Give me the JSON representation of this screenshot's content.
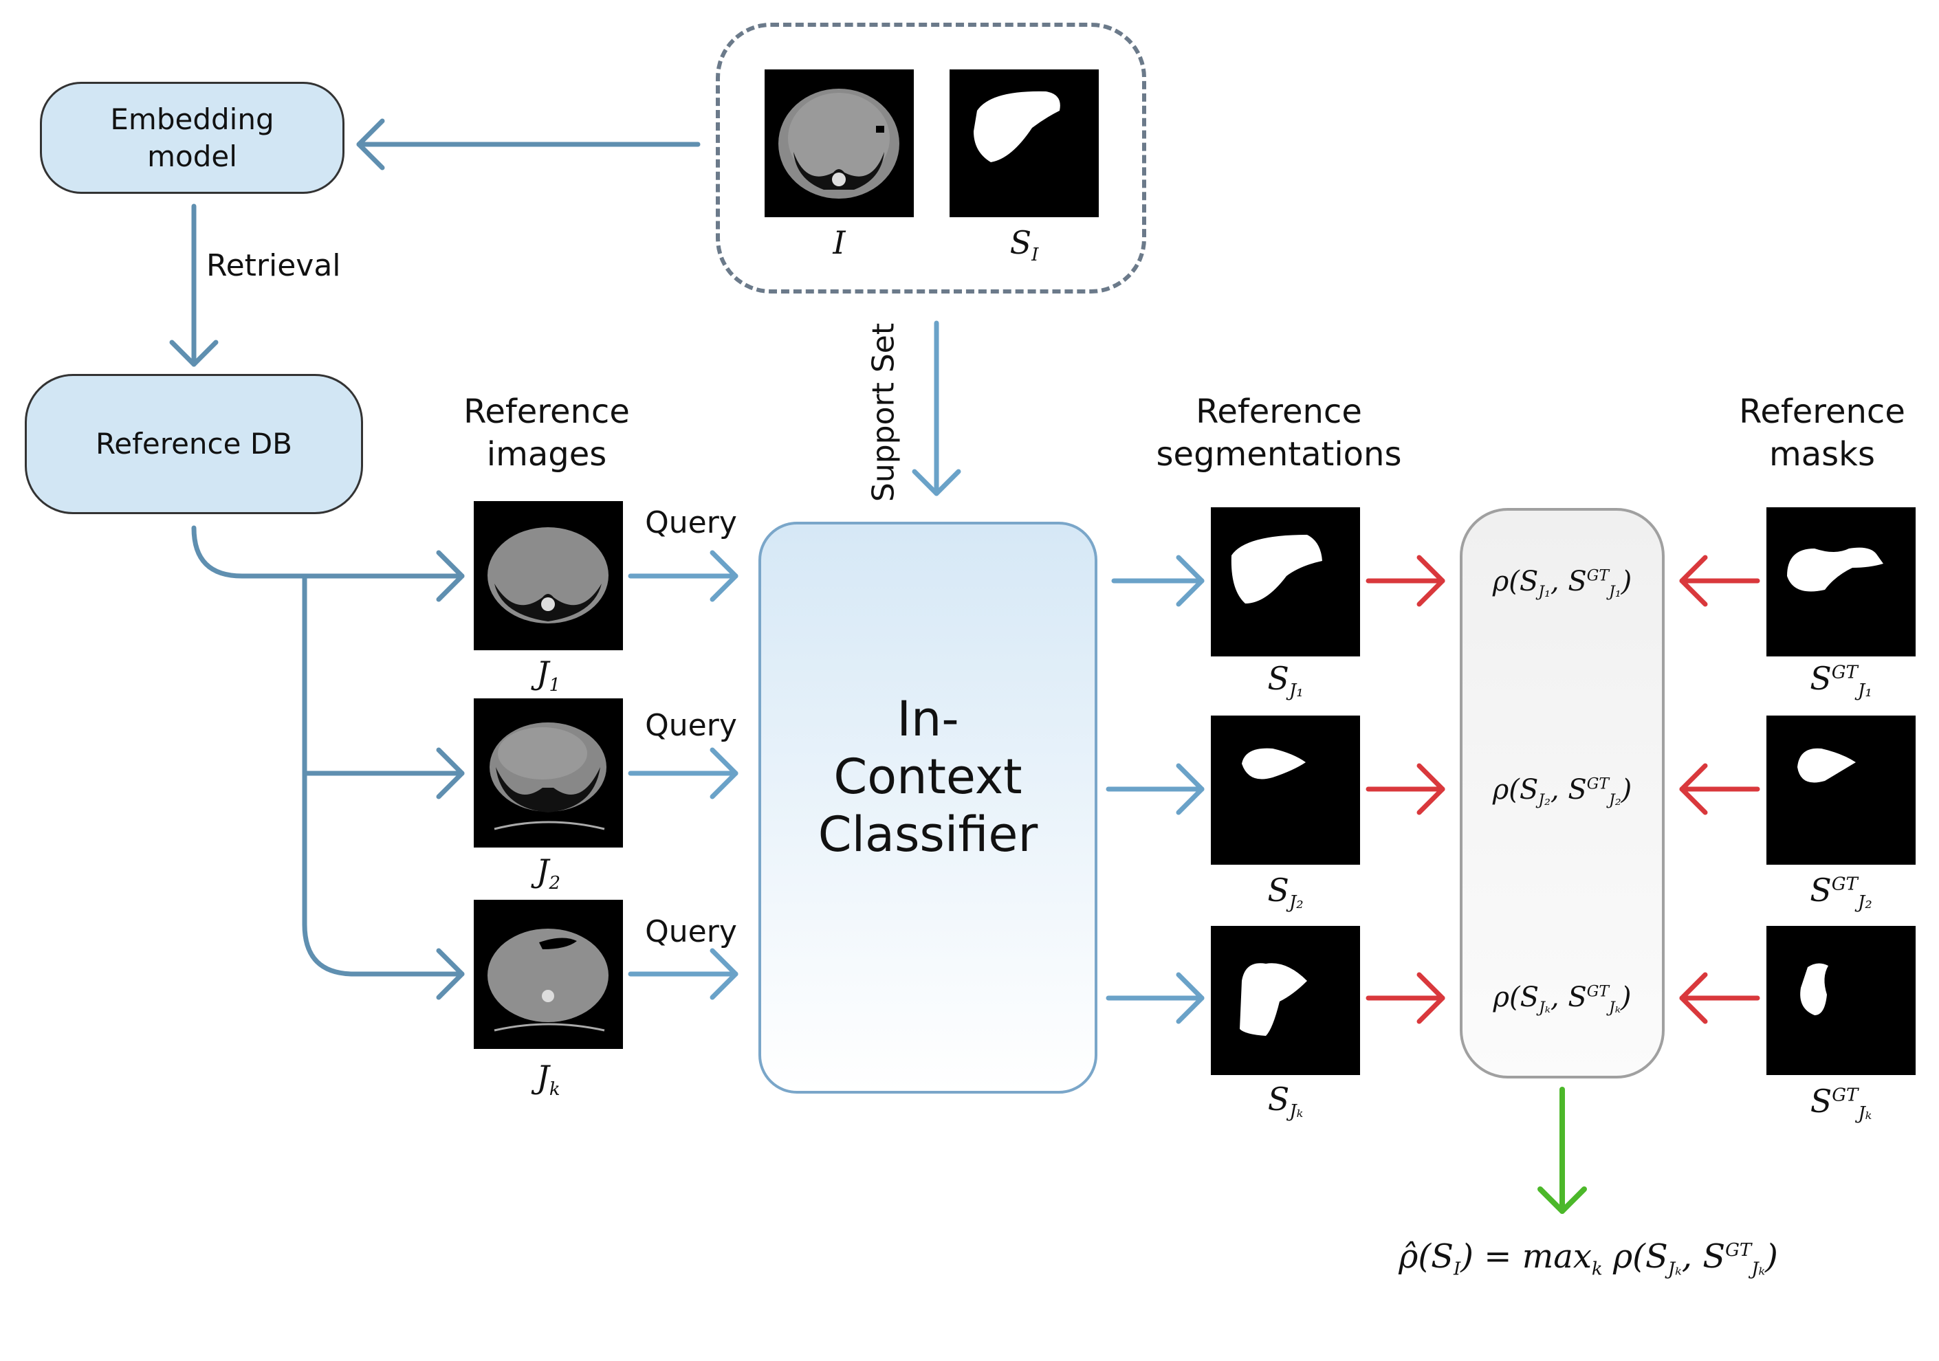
{
  "boxes": {
    "embedding_model": "Embedding\nmodel",
    "reference_db": "Reference DB",
    "classifier": "In-\nContext\nClassifier"
  },
  "labels": {
    "retrieval": "Retrieval",
    "support_set": "Support Set",
    "query": "Query",
    "reference_images": "Reference\nimages",
    "reference_segmentations": "Reference\nsegmentations",
    "reference_masks": "Reference\nmasks"
  },
  "support": {
    "image_label": "I",
    "mask_label": "S",
    "mask_sub": "I"
  },
  "rows": [
    {
      "image": "J",
      "image_sub": "1",
      "seg": "S",
      "seg_sub": "J₁",
      "gt": "S",
      "gt_sup": "GT",
      "gt_sub": "J₁",
      "rho": "ρ(S",
      "rho_sub1": "J₁",
      "rho_mid": ", S",
      "rho_sup": "GT",
      "rho_sub2": "J₁",
      "rho_end": ")"
    },
    {
      "image": "J",
      "image_sub": "2",
      "seg": "S",
      "seg_sub": "J₂",
      "gt": "S",
      "gt_sup": "GT",
      "gt_sub": "J₂",
      "rho": "ρ(S",
      "rho_sub1": "J₂",
      "rho_mid": ", S",
      "rho_sup": "GT",
      "rho_sub2": "J₂",
      "rho_end": ")"
    },
    {
      "image": "J",
      "image_sub": "k",
      "seg": "S",
      "seg_sub": "Jₖ",
      "gt": "S",
      "gt_sup": "GT",
      "gt_sub": "Jₖ",
      "rho": "ρ(S",
      "rho_sub1": "Jₖ",
      "rho_mid": ", S",
      "rho_sup": "GT",
      "rho_sub2": "Jₖ",
      "rho_end": ")"
    }
  ],
  "formula": {
    "lhs": "ρ̂(S",
    "lhs_sub": "I",
    "eq": ") = max",
    "max_sub": "k",
    "rhs": " ρ(S",
    "rhs_sub1": "Jₖ",
    "rhs_mid": ", S",
    "rhs_sup": "GT",
    "rhs_sub2": "Jₖ",
    "rhs_end": ")"
  },
  "colors": {
    "flow_blue": "#5f8fb0",
    "light_blue": "#6aa2c8",
    "red": "#d9383c",
    "green": "#4cb82a",
    "box_fill": "#d2e6f4"
  }
}
